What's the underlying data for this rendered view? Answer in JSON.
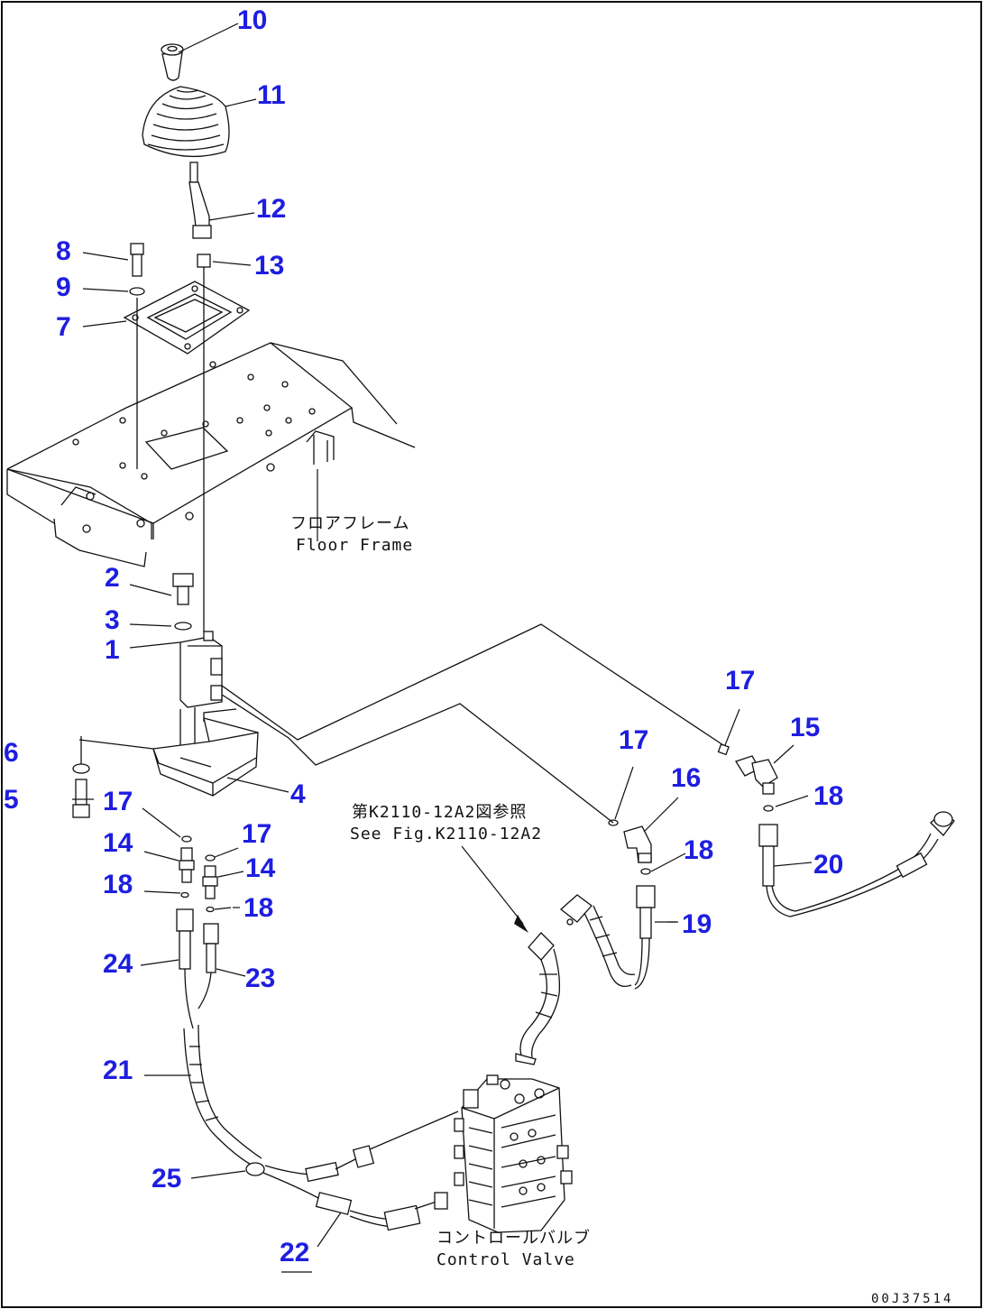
{
  "diagram": {
    "frame_note_jp": "フロアフレーム",
    "frame_note_en": "Floor Frame",
    "see_fig_jp": "第K2110-12A2図参照",
    "see_fig_en": "See Fig.K2110-12A2",
    "valve_note_jp": "コントロールバルブ",
    "valve_note_en": "Control Valve",
    "drawing_code": "00J37514",
    "callouts": {
      "c1": "1",
      "c2": "2",
      "c3": "3",
      "c4": "4",
      "c5": "5",
      "c6": "6",
      "c7": "7",
      "c8": "8",
      "c9": "9",
      "c10": "10",
      "c11": "11",
      "c12": "12",
      "c13": "13",
      "c14a": "14",
      "c14b": "14",
      "c15": "15",
      "c16": "16",
      "c17a": "17",
      "c17b": "17",
      "c17c": "17",
      "c17d": "17",
      "c18a": "18",
      "c18b": "18",
      "c18c": "18",
      "c18d": "18",
      "c19": "19",
      "c20": "20",
      "c21": "21",
      "c22": "22",
      "c23": "23",
      "c24": "24",
      "c25": "25"
    }
  }
}
